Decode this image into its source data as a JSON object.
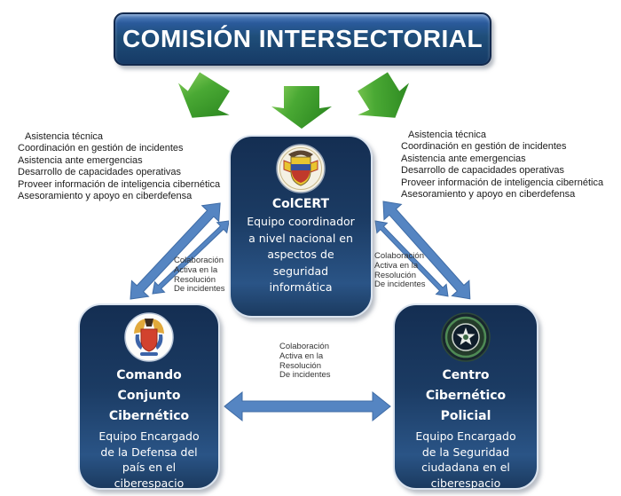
{
  "title": "COMISIÓN INTERSECTORIAL",
  "services": [
    "Asistencia técnica",
    "Coordinación en gestión de incidentes",
    "Asistencia ante emergencias",
    "Desarrollo de capacidades operativas",
    "Proveer información de inteligencia cibernética",
    "Asesoramiento y apoyo en ciberdefensa"
  ],
  "collab_label": {
    "lines": [
      "Colaboración",
      "Activa en la",
      "Resolución",
      "De incidentes"
    ]
  },
  "nodes": {
    "colcert": {
      "name": "ColCERT",
      "emblem": "colombia-coat-of-arms",
      "desc_lines": [
        "Equipo coordinador",
        "a nivel nacional en",
        "aspectos de",
        "seguridad",
        "informática"
      ]
    },
    "comando": {
      "name_lines": [
        "Comando",
        "Conjunto",
        "Cibernético"
      ],
      "emblem": "military-joint-command-crest",
      "desc_lines": [
        "Equipo Encargado",
        "de la Defensa del",
        "país en el",
        "ciberespacio"
      ]
    },
    "policia": {
      "name_lines": [
        "Centro",
        "Cibernético",
        "Policial"
      ],
      "emblem": "national-police-crest",
      "desc_lines": [
        "Equipo Encargado",
        "de la Seguridad",
        "ciudadana en el",
        "ciberespacio"
      ]
    }
  },
  "colors": {
    "node_navy_top": "#142e52",
    "node_navy_bottom": "#2a5486",
    "title_blue": "#1f4e79",
    "arrow_blue": "#5585c2",
    "arrow_green_light": "#8fd25f",
    "arrow_green_dark": "#2f8b22"
  }
}
